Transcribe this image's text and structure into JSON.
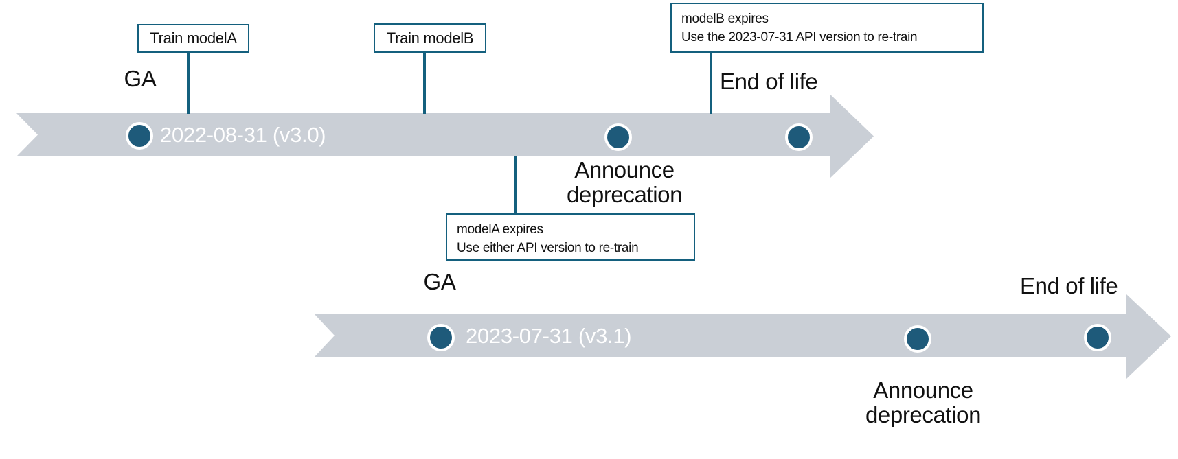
{
  "colors": {
    "bar": "#CACFD6",
    "accent": "#14607E",
    "dot": "#1E5A7A",
    "label": "#111111",
    "date_text": "#FFFFFF"
  },
  "diagram_type": "timeline",
  "v30": {
    "date": "2022-08-31 (v3.0)",
    "ga": "GA",
    "train_a": "Train modelA",
    "train_b": "Train modelB",
    "announce": "Announce deprecation",
    "end_of_life": "End of life"
  },
  "v31": {
    "date": "2023-07-31 (v3.1)",
    "ga": "GA",
    "announce": "Announce deprecation",
    "end_of_life": "End of life"
  },
  "callouts": {
    "model_a_expires": {
      "line1": "modelA expires",
      "line2": "Use either API version to re-train"
    },
    "model_b_expires": {
      "line1": "modelB expires",
      "line2": "Use the 2023-07-31 API version to re-train"
    }
  }
}
